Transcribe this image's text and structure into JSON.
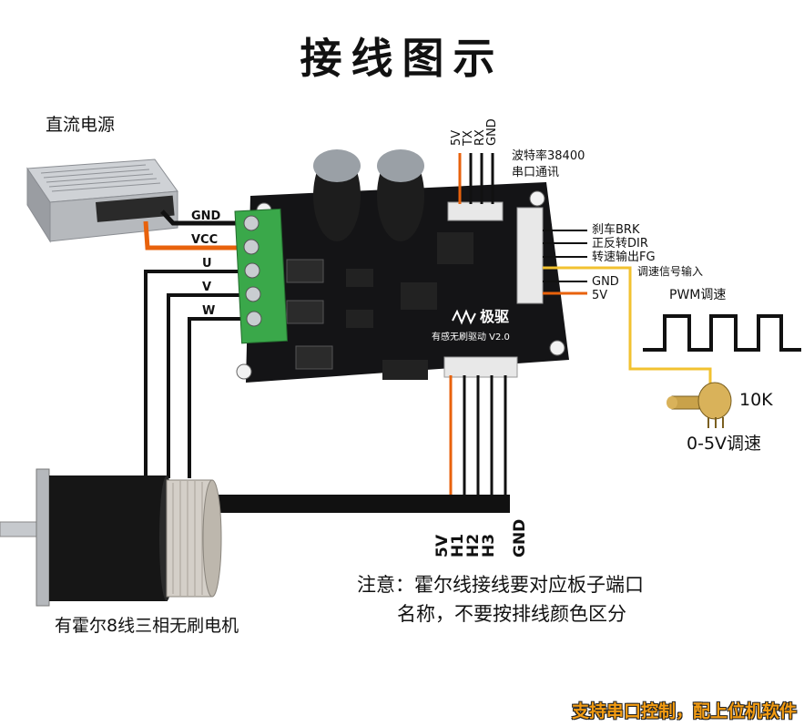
{
  "title": "接线图示",
  "power_supply": {
    "label": "直流电源"
  },
  "power_terminals": [
    "GND",
    "VCC",
    "U",
    "V",
    "W"
  ],
  "serial_header": {
    "pins": [
      "5V",
      "TX",
      "RX",
      "GND"
    ],
    "baud": "波特率38400",
    "comm": "串口通讯"
  },
  "control_pins": {
    "brake": "刹车BRK",
    "direction": "正反转DIR",
    "speed_out": "转速输出FG",
    "speed_in": "调速信号输入",
    "gnd": "GND",
    "v5": "5V"
  },
  "pwm": {
    "label": "PWM调速"
  },
  "pot": {
    "value": "10K",
    "range": "0-5V调速"
  },
  "board": {
    "brand": "极驱",
    "model": "有感无刷驱动 V2.0"
  },
  "hall": {
    "pins": [
      "5V",
      "H1",
      "H2",
      "H3",
      "GND"
    ]
  },
  "motor": {
    "label": "有霍尔8线三相无刷电机"
  },
  "note": {
    "line1": "注意：霍尔线接线要对应板子端口",
    "line2": "名称，不要按排线颜色区分"
  },
  "footer": "支持串口控制，配上位机软件",
  "colors": {
    "wire_black": "#111111",
    "wire_orange": "#e8620c",
    "wire_yellow": "#f2c230",
    "board": "#141416",
    "terminal": "#3aa84a"
  }
}
